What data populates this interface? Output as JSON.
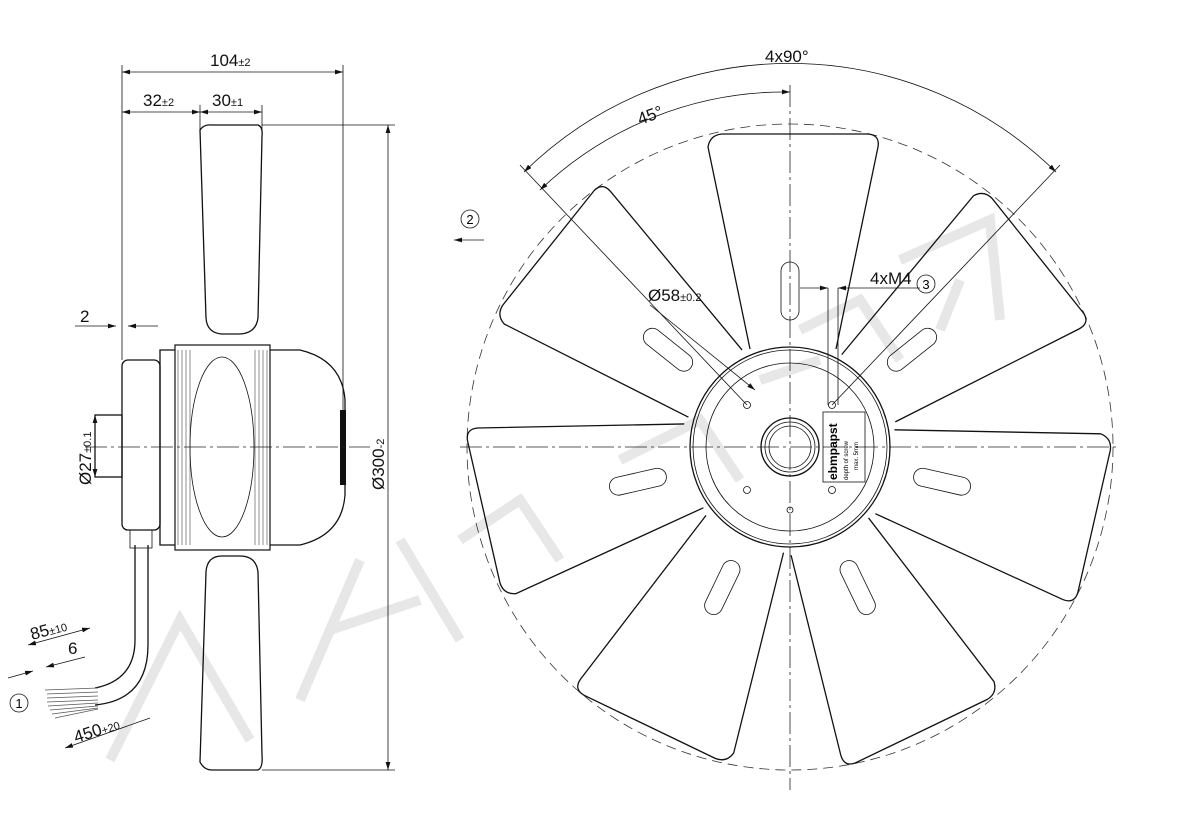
{
  "dimensions": {
    "overall_depth": "104",
    "overall_depth_tol": "±2",
    "hub_offset": "32",
    "hub_offset_tol": "±2",
    "blade_width": "30",
    "blade_width_tol": "±1",
    "flange_gap": "2",
    "shaft_diameter": "Ø27",
    "shaft_diameter_tol": "±0.1",
    "fan_diameter": "Ø300",
    "fan_diameter_tol": "-2",
    "strip_length": "85",
    "strip_length_tol": "±10",
    "strip_end": "6",
    "cable_length": "450",
    "cable_length_tol": "+20",
    "angle_total": "4x90°",
    "angle_half": "45°",
    "bolt_circle": "Ø58",
    "bolt_circle_tol": "±0.2",
    "thread": "4xM4"
  },
  "callouts": {
    "c1": "1",
    "c2": "2",
    "c3": "3"
  },
  "label": {
    "brand": "ebmpapst",
    "line1": "depth of screw",
    "line2": "max. 5mm"
  },
  "watermark": "AHKAFPY"
}
